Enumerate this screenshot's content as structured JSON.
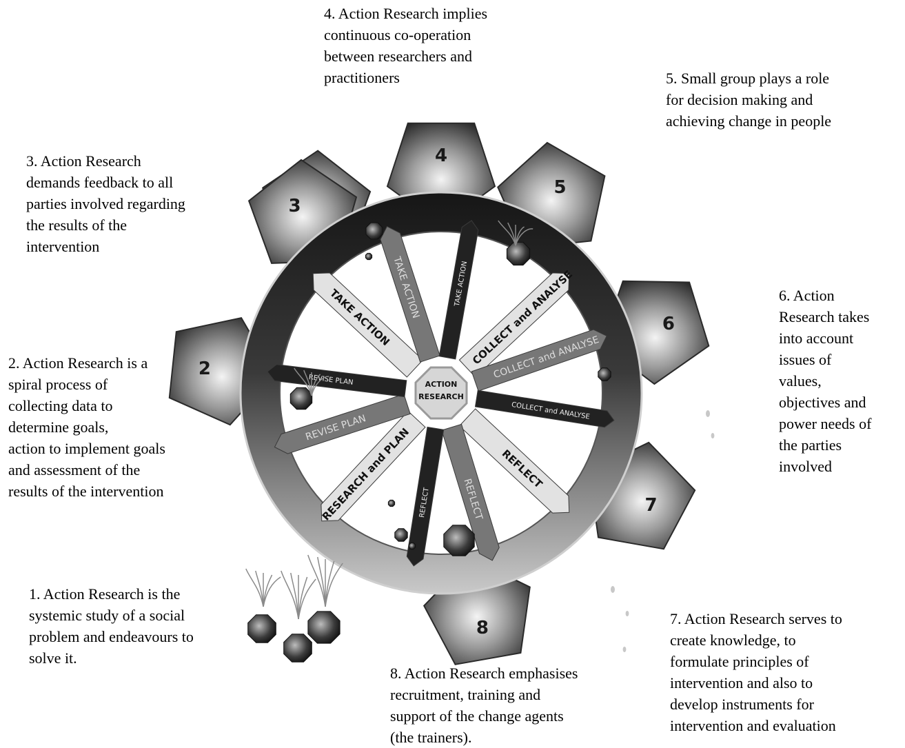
{
  "center_label": [
    "ACTION",
    "RESEARCH"
  ],
  "points": [
    {
      "number": "1",
      "text": "1. Action Research is the\nsystemic study of a social\nproblem and endeavours to\nsolve it."
    },
    {
      "number": "2",
      "text": "2. Action Research is a\nspiral process of\ncollecting data to\ndetermine goals,\n action to implement goals\nand assessment of the\nresults of the intervention"
    },
    {
      "number": "3",
      "text": "3. Action Research\ndemands feedback to all\nparties involved regarding\nthe results of the\nintervention"
    },
    {
      "number": "4",
      "text": "4. Action Research implies\ncontinuous co-operation\nbetween researchers and\npractitioners"
    },
    {
      "number": "5",
      "text": "5. Small group plays a role\nfor decision making and\nachieving change in people"
    },
    {
      "number": "6",
      "text": "6. Action\nResearch takes\ninto account\nissues of\nvalues,\nobjectives and\npower needs of\nthe parties\ninvolved"
    },
    {
      "number": "7",
      "text": "7. Action Research serves to\ncreate knowledge, to\nformulate principles of\nintervention and also to\ndevelop instruments for\nintervention and evaluation"
    },
    {
      "number": "8",
      "text": "8. Action Research emphasises\nrecruitment, training and\nsupport of the change agents\n(the trainers)."
    }
  ],
  "spokes": [
    {
      "label": "TAKE ACTION",
      "shade": "#e2e2e2",
      "text_color": "#111111"
    },
    {
      "label": "TAKE ACTION",
      "shade": "#777777",
      "text_color": "#dddddd"
    },
    {
      "label": "TAKE ACTION",
      "shade": "#222222",
      "text_color": "#eeeeee"
    },
    {
      "label": "COLLECT and ANALYSE",
      "shade": "#e2e2e2",
      "text_color": "#111111"
    },
    {
      "label": "COLLECT and ANALYSE",
      "shade": "#777777",
      "text_color": "#dddddd"
    },
    {
      "label": "COLLECT and ANALYSE",
      "shade": "#222222",
      "text_color": "#eeeeee"
    },
    {
      "label": "REFLECT",
      "shade": "#e2e2e2",
      "text_color": "#111111"
    },
    {
      "label": "REFLECT",
      "shade": "#777777",
      "text_color": "#dddddd"
    },
    {
      "label": "REFLECT",
      "shade": "#222222",
      "text_color": "#eeeeee"
    },
    {
      "label": "RESEARCH and PLAN",
      "shade": "#e2e2e2",
      "text_color": "#111111"
    },
    {
      "label": "REVISE PLAN",
      "shade": "#777777",
      "text_color": "#dddddd"
    },
    {
      "label": "REVISE PLAN",
      "shade": "#222222",
      "text_color": "#eeeeee"
    }
  ]
}
